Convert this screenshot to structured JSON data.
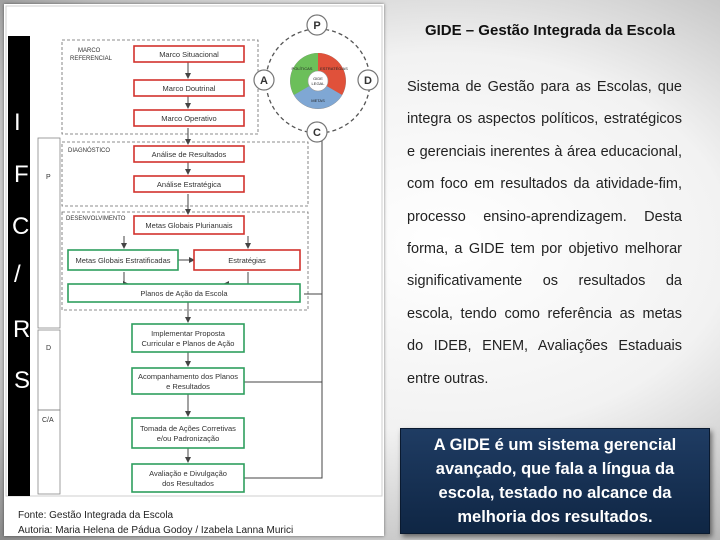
{
  "title": "GIDE – Gestão Integrada da Escola",
  "body_text": "Sistema de Gestão para as Escolas, que integra os aspectos políticos, estratégicos e gerenciais inerentes à área educacional, com foco em resultados da atividade-fim, processo ensino-aprendizagem. Desta forma, a GIDE tem por objetivo melhorar significativamente os resultados da escola, tendo como referência as metas do IDEB, ENEM, Avaliações Estaduais entre outras.",
  "callout": "A GIDE é um sistema gerencial avançado, que fala a língua da escola, testado no alcance da melhoria dos resultados.",
  "source": {
    "line1": "Fonte: Gestão Integrada da Escola",
    "line2": "Autoria: Maria Helena de Pádua Godoy / Izabela Lanna Murici"
  },
  "diagram": {
    "side_letters": [
      "I",
      "F",
      "C",
      "/",
      "R",
      "S"
    ],
    "sections": {
      "referencial": "MARCO REFERENCIAL",
      "diagnostico": "DIAGNÓSTICO",
      "desenvolvimento": "DESENVOLVIMENTO"
    },
    "pdca_labels": {
      "p": "P",
      "d": "D",
      "ca": "C/A"
    },
    "boxes": {
      "situacional": "Marco Situacional",
      "doutrinal": "Marco Doutrinal",
      "operativo": "Marco Operativo",
      "analise_resultados": "Análise de Resultados",
      "analise_estrategica": "Análise Estratégica",
      "metas_plurianuais": "Metas Globais Plurianuais",
      "metas_estratificadas": "Metas Globais Estratificadas",
      "estrategias": "Estratégias",
      "planos_acao": "Planos de Ação da Escola",
      "implementar_1": "Implementar Proposta",
      "implementar_2": "Curricular e Planos de Ação",
      "acompanhamento_1": "Acompanhamento dos Planos",
      "acompanhamento_2": "e Resultados",
      "tomada_1": "Tomada de Ações Corretivas",
      "tomada_2": "e/ou Padronização",
      "avaliacao_1": "Avaliação e Divulgação",
      "avaliacao_2": "dos Resultados"
    },
    "cycle": {
      "p": "P",
      "a": "A",
      "c": "C",
      "d": "D",
      "politicas": "POLÍTICAS",
      "estrategias": "ESTRATÉGIAS",
      "metas": "METAS",
      "center_1": "GIDE",
      "center_2": "LEGAL"
    },
    "colors": {
      "red_box": "#d2322d",
      "green_box": "#2e9e5e",
      "cycle_red": "#e0513a",
      "cycle_green": "#6cbf5a",
      "cycle_blue": "#7fa7d4",
      "cycle_gray": "#8b8b8b",
      "side_bar": "#000000"
    }
  }
}
